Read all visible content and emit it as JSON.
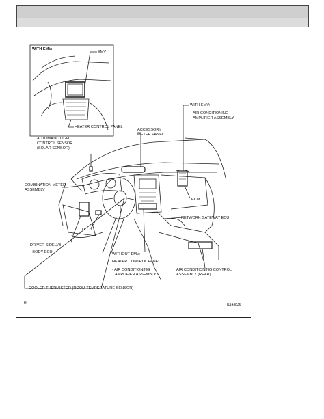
{
  "header": {
    "bar1": "",
    "bar2": ""
  },
  "inset": {
    "title": "WITH EMV:",
    "emv": "EMV",
    "heater_control_panel": "HEATER CONTROL PANEL"
  },
  "labels": {
    "auto_light_1": "AUTOMATIC LIGHT",
    "auto_light_2": "CONTROL SENSOR",
    "auto_light_3": "(SOLAR SENSOR)",
    "accessory_1": "ACCESSORY",
    "accessory_2": "METER PANEL",
    "with_emv": "WITH EMV:",
    "ac_amp_1": "AIR CONDITIONING",
    "ac_amp_2": "AMPLIFIER ASSEMBLY",
    "ecm": "ECM",
    "combo_1": "COMBINATION METER",
    "combo_2": "ASSEMBLY",
    "network_gw": "NETWORK GATEWAY ECU",
    "dlc3": "DLC3",
    "driver_jb": "DRIVER SIDE J/B",
    "body_ecu": "- BODY ECU",
    "without_emv": "WITHOUT EMV:",
    "heater_panel": "HEATER CONTROL PANEL",
    "ac_amp_a": "- AIR CONDITIONING",
    "ac_amp_b": "AMPLIFIER ASSEMBLY",
    "ac_ctrl_1": "AIR CONDITIONING CONTROL",
    "ac_ctrl_2": "ASSEMBLY (REAR)",
    "cooler": "COOLER THERMISTOR (ROOM TEMPERATURE SENSOR)"
  },
  "footer": {
    "left": "H",
    "right": "I1143836"
  }
}
